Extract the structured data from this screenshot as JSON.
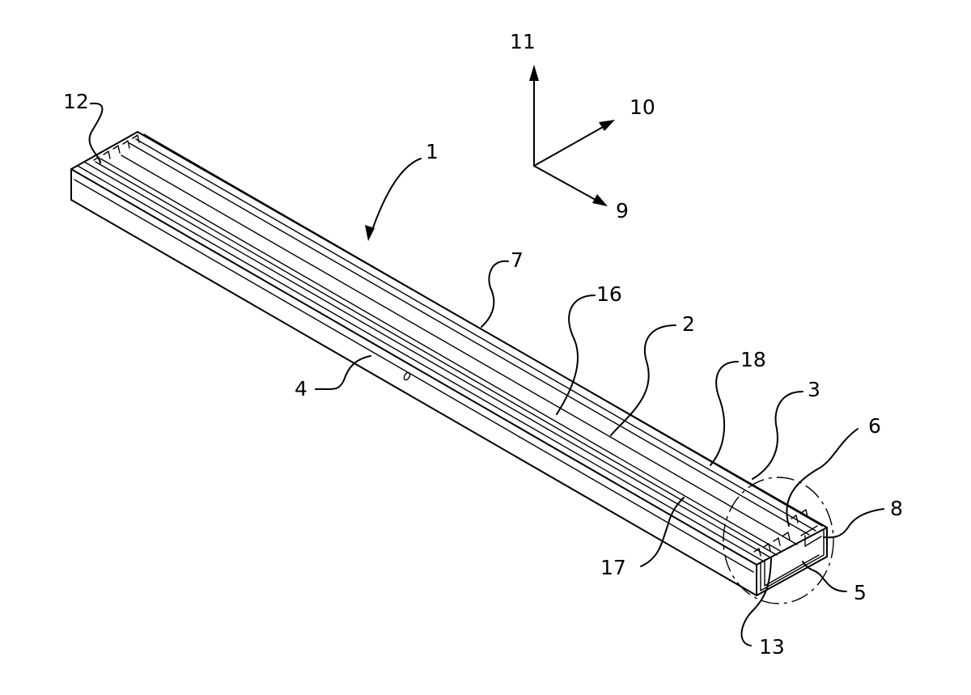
{
  "figure": {
    "reference_numerals": {
      "n1": "1",
      "n2": "2",
      "n3": "3",
      "n4": "4",
      "n5": "5",
      "n6": "6",
      "n7": "7",
      "n8": "8",
      "n9": "9",
      "n10": "10",
      "n11": "11",
      "n12": "12",
      "n13": "13",
      "n16": "16",
      "n17": "17",
      "n18": "18"
    },
    "line_color": "#000000",
    "background_color": "#ffffff"
  }
}
